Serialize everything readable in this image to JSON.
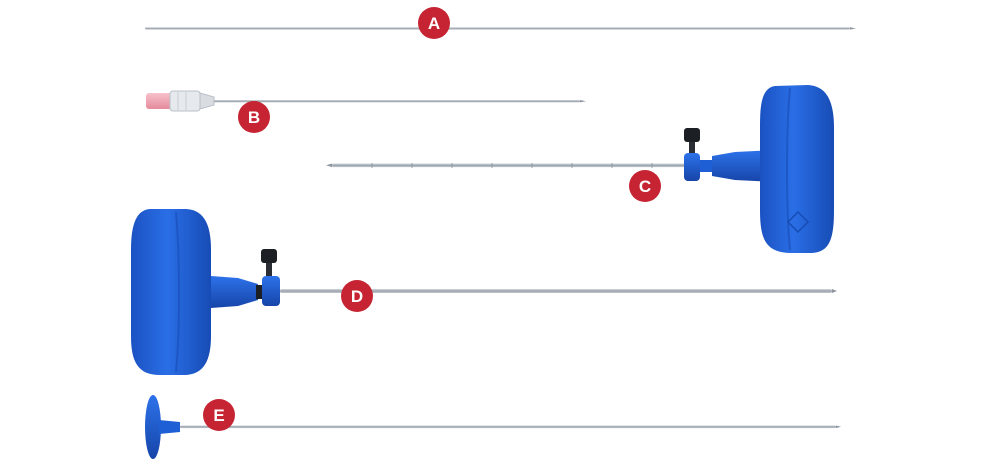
{
  "labels": {
    "a": "A",
    "b": "B",
    "c": "C",
    "d": "D",
    "e": "E"
  },
  "colors": {
    "background": "#ffffff",
    "badge": "#c62433",
    "instrument_blue": "#1f5fd6",
    "instrument_blue_dark": "#1447a8",
    "steel": "#a9b0b8",
    "luer_pink": "#f2a6b4",
    "knob_black": "#1c1f24"
  }
}
